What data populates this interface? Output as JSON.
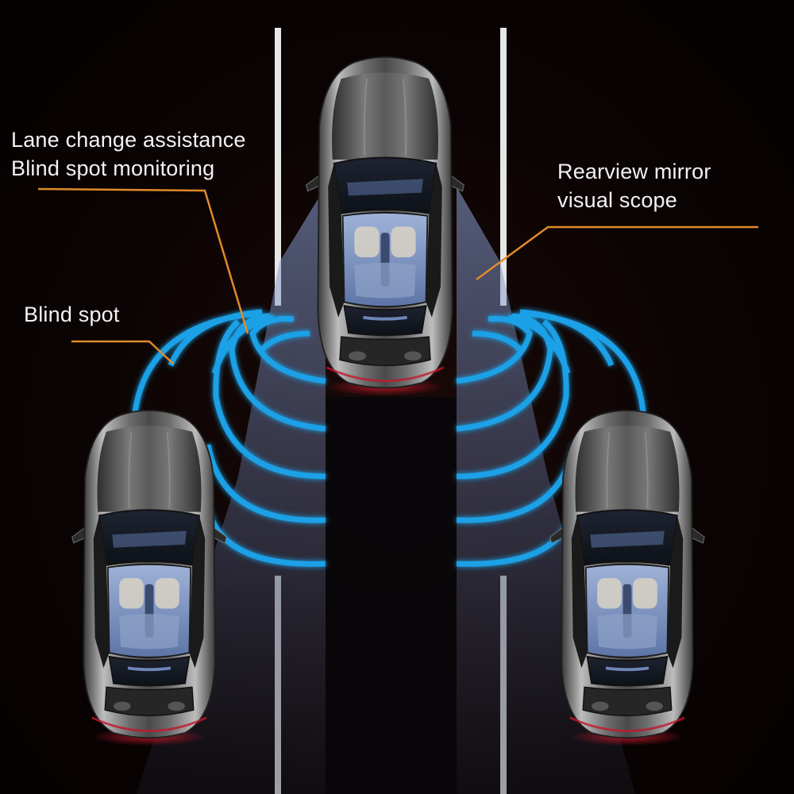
{
  "labels": {
    "lane_change": "Lane change assistance",
    "blind_spot_monitoring": "Blind spot monitoring",
    "rearview_line1": "Rearview mirror",
    "rearview_line2": "visual scope",
    "blind_spot": "Blind spot"
  },
  "colors": {
    "wave": "#1aa0e6",
    "leader": "#e08a2a",
    "beam": "#7f95c8",
    "lane_line": "#e6e6e6",
    "text": "#f2f2f2"
  },
  "icons": [
    "car-top-view",
    "sensor-wave",
    "mirror-beam"
  ]
}
